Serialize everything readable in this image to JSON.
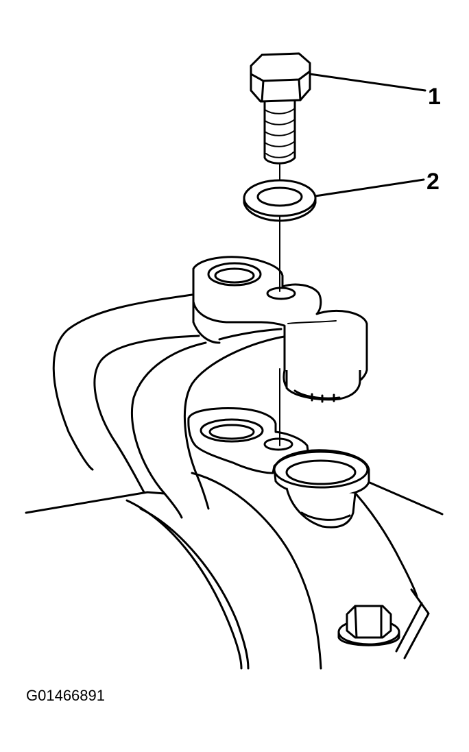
{
  "callouts": [
    {
      "number": "1",
      "part": "bolt"
    },
    {
      "number": "2",
      "part": "washer"
    }
  ],
  "figure_id": "G01466891",
  "icons": [
    "bolt-icon",
    "washer-icon",
    "pipe-bracket-icon",
    "flange-bolt-icon"
  ]
}
